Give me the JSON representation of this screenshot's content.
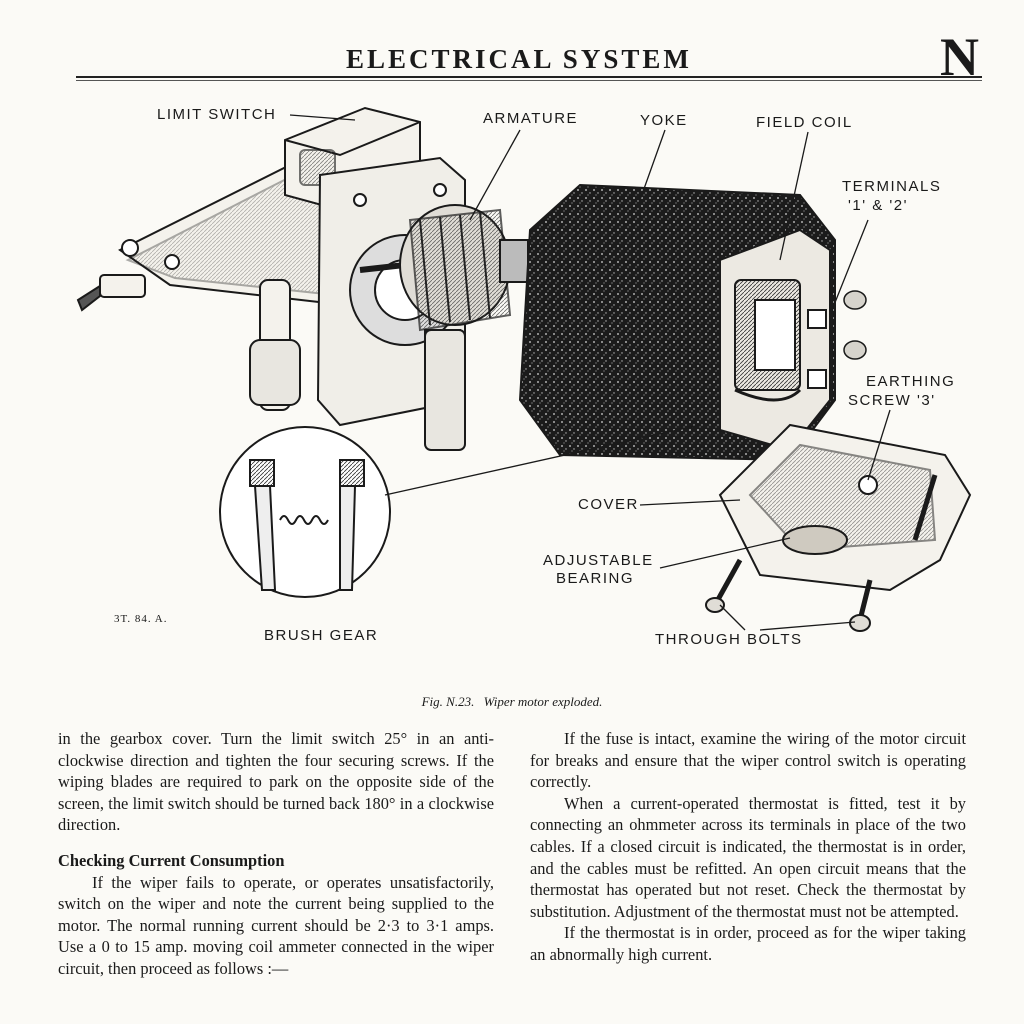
{
  "header": {
    "title": "ELECTRICAL SYSTEM",
    "section_letter": "N"
  },
  "figure": {
    "labels": {
      "limit_switch": "LIMIT SWITCH",
      "armature": "ARMATURE",
      "yoke": "YOKE",
      "field_coil": "FIELD COIL",
      "terminals_line1": "TERMINALS",
      "terminals_line2": "'1' & '2'",
      "earthing_line1": "EARTHING",
      "earthing_line2": "SCREW '3'",
      "cover": "COVER",
      "adjustable_line1": "ADJUSTABLE",
      "adjustable_line2": "BEARING",
      "brush_gear": "BRUSH GEAR",
      "through_bolts": "THROUGH BOLTS"
    },
    "reference": "3T. 84. A.",
    "caption_number": "Fig. N.23.",
    "caption_text": "Wiper motor exploded."
  },
  "left_column": {
    "para1": "in the gearbox cover. Turn the limit switch 25° in an anti-clockwise direction and tighten the four securing screws. If the wiping blades are required to park on the opposite side of the screen, the limit switch should be turned back 180° in a clockwise direction.",
    "heading": "Checking Current Consumption",
    "para2": "If the wiper fails to operate, or operates unsatisfactorily, switch on the wiper and note the current being supplied to the motor. The normal running current should be 2·3 to 3·1 amps. Use a 0 to 15 amp. moving coil ammeter connected in the wiper circuit, then proceed as follows :—"
  },
  "right_column": {
    "para1": "If the fuse is intact, examine the wiring of the motor circuit for breaks and ensure that the wiper control switch is operating correctly.",
    "para2": "When a current-operated thermostat is fitted, test it by connecting an ohmmeter across its terminals in place of the two cables. If a closed circuit is indicated, the thermostat is in order, and the cables must be refitted. An open circuit means that the thermostat has operated but not reset. Check the thermostat by substitution. Adjustment of the thermostat must not be attempted.",
    "para3": "If the thermostat is in order, proceed as for the wiper taking an abnormally high current."
  }
}
